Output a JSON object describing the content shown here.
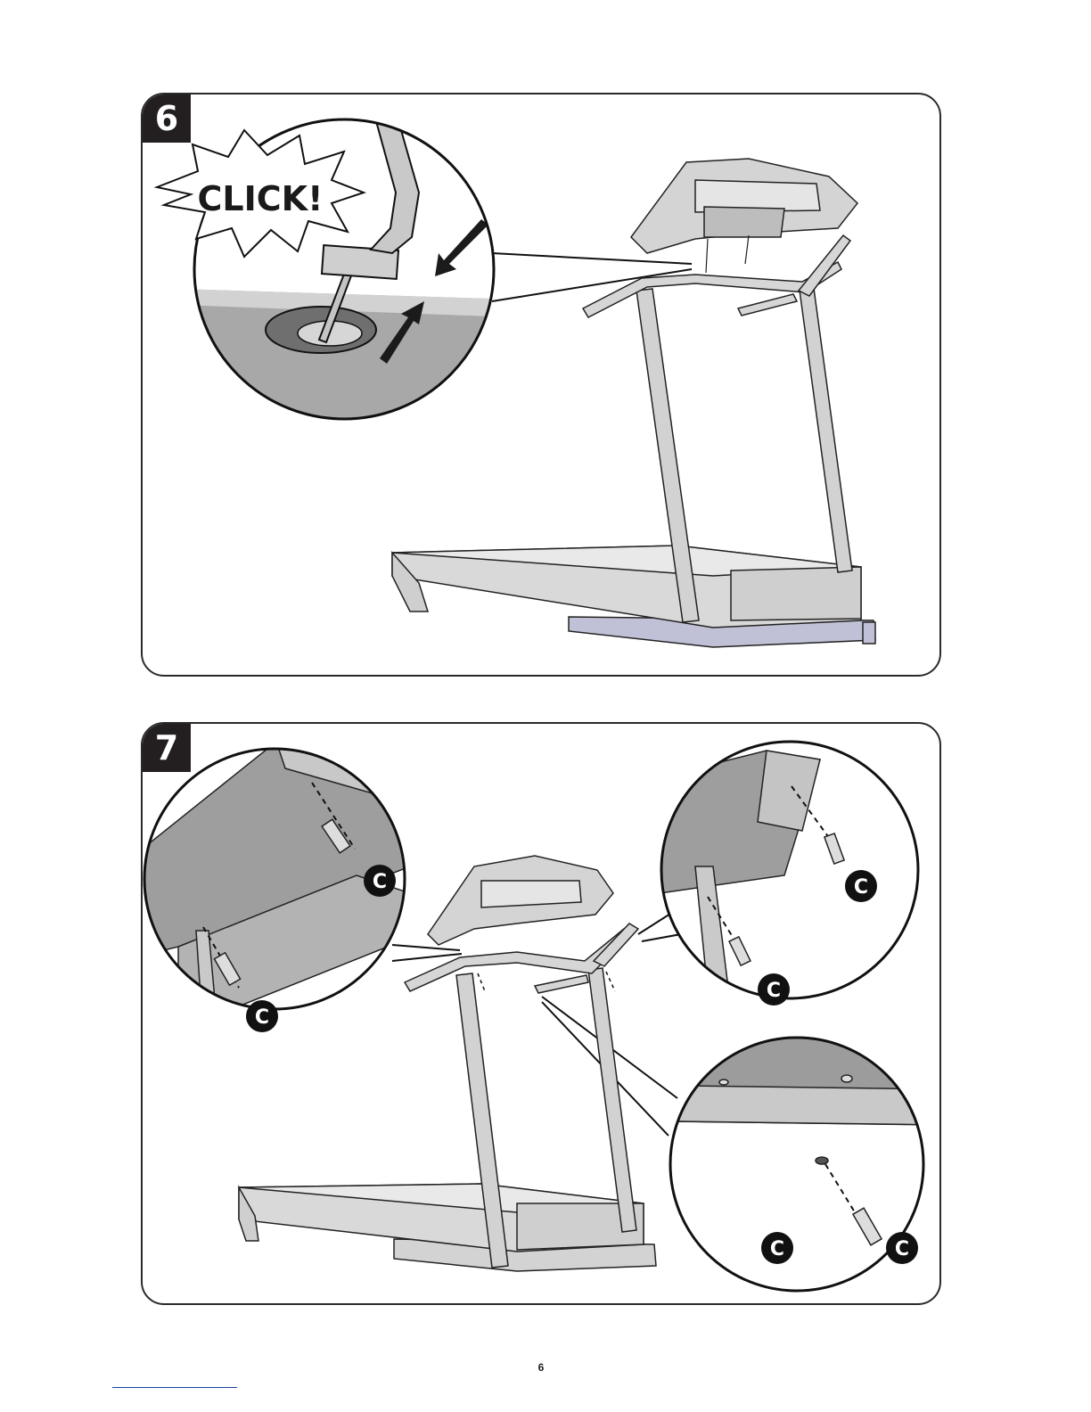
{
  "steps": [
    {
      "number": "6",
      "callout_text": "CLICK!"
    },
    {
      "number": "7",
      "part_label": "C"
    }
  ],
  "footer": {
    "page_number": "6"
  },
  "colors": {
    "frame": "#231f20",
    "metal": "#cfcfcf",
    "shade": "#a9a9a9",
    "base": "#bfc0d6"
  }
}
